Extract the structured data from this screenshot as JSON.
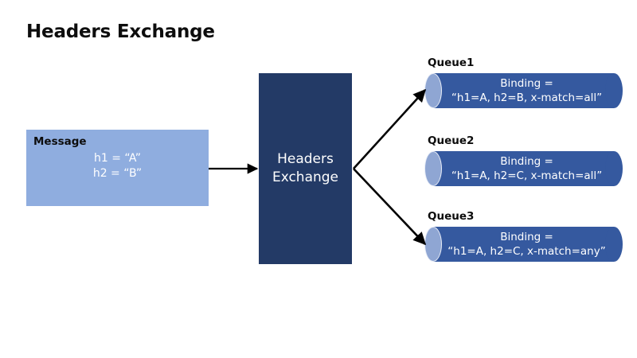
{
  "slide": {
    "title": "Headers Exchange",
    "background_color": "#ffffff"
  },
  "colors": {
    "message_box": "#8faddf",
    "exchange_box": "#233a66",
    "queue_body": "#35599f",
    "queue_cap": "#8fa6d3",
    "arrow": "#000000",
    "title_text": "#0d0d0d",
    "white_text": "#ffffff"
  },
  "message": {
    "label": "Message",
    "headers": [
      "h1 = “A”",
      "h2 = “B”"
    ]
  },
  "exchange": {
    "line1": "Headers",
    "line2": "Exchange"
  },
  "queues": [
    {
      "name": "Queue1",
      "binding_line1": "Binding =",
      "binding_line2": "“h1=A,  h2=B,  x-match=all”",
      "has_incoming_arrow": true
    },
    {
      "name": "Queue2",
      "binding_line1": "Binding =",
      "binding_line2": "“h1=A,  h2=C,  x-match=all”",
      "has_incoming_arrow": false
    },
    {
      "name": "Queue3",
      "binding_line1": "Binding =",
      "binding_line2": "“h1=A,  h2=C,  x-match=any”",
      "has_incoming_arrow": true
    }
  ],
  "arrows": [
    {
      "id": "message-to-exchange",
      "from": "message",
      "to": "exchange"
    },
    {
      "id": "exchange-to-queue1",
      "from": "exchange",
      "to": "Queue1"
    },
    {
      "id": "exchange-to-queue3",
      "from": "exchange",
      "to": "Queue3"
    }
  ]
}
